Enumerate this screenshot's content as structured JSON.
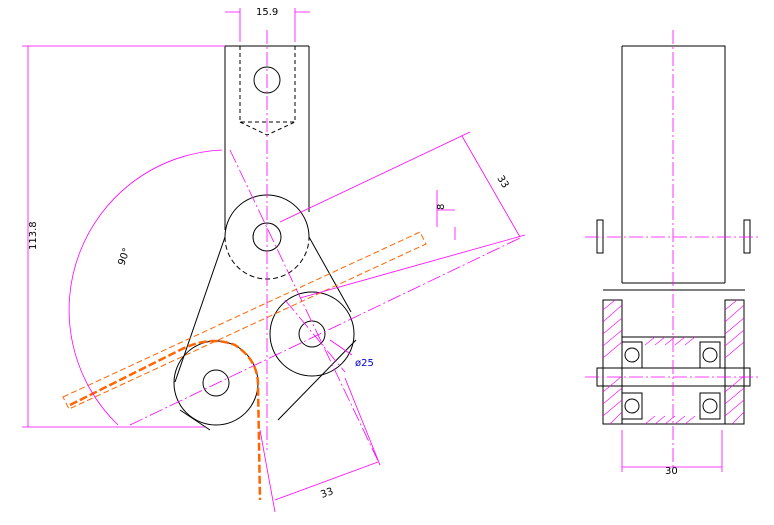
{
  "colors": {
    "outline": "#000000",
    "dimension": "#ff00ff",
    "centerline": "#ff00ff",
    "hatch": "#ff00ff",
    "hidden_strip": "#ff6600",
    "dimension_text_blue": "#0000cc"
  },
  "dimensions": {
    "width_top": "15.9",
    "height_total": "113.8",
    "angle": "90°",
    "diag_upper": "33",
    "diag_small": "8",
    "diameter": "ø25",
    "diag_lower": "33",
    "side_width": "30"
  }
}
